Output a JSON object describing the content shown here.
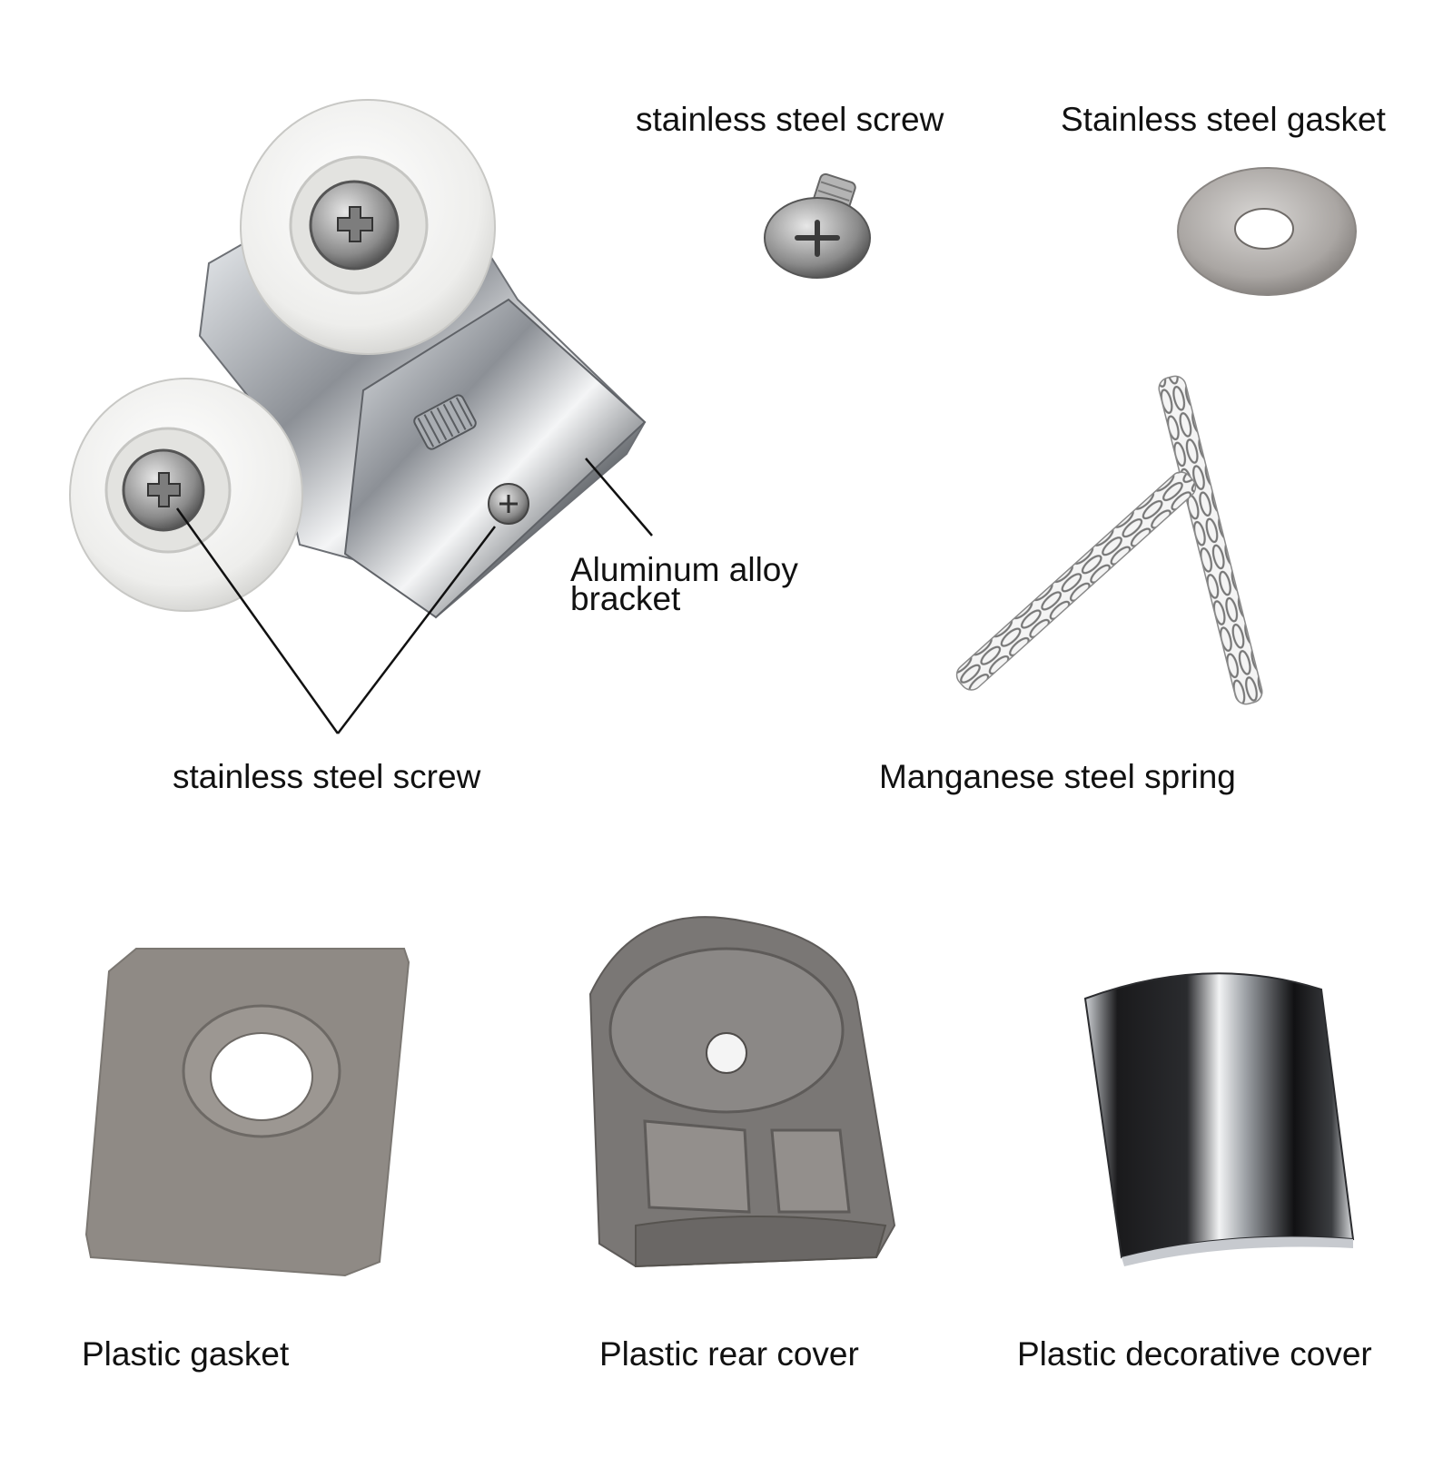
{
  "labels": {
    "screw_top": "stainless steel screw",
    "gasket_top": "Stainless steel gasket",
    "bracket_line1": "Aluminum alloy",
    "bracket_line2": "bracket",
    "screw_left": "stainless steel screw",
    "spring": "Manganese steel spring",
    "plastic_gasket": "Plastic gasket",
    "rear_cover": "Plastic rear cover",
    "decorative_cover": "Plastic decorative cover"
  },
  "colors": {
    "wheel": "#f2f2f0",
    "chrome": "#b8bcc2",
    "chrome_dark": "#3a3d42",
    "plastic_gray": "#8f8a85",
    "rear_cover_gray": "#7a7775",
    "text": "#111111"
  }
}
